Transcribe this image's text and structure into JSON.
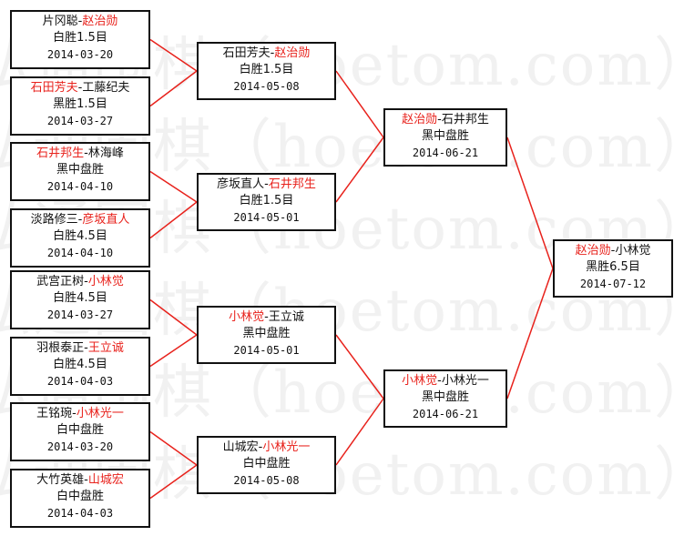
{
  "watermark": "弘通围棋（hoetom.com）弘通",
  "colors": {
    "winner": "#e8221c",
    "line": "#e8221c",
    "border": "#111111"
  },
  "rounds": [
    [
      {
        "a": "片冈聪",
        "b": "赵治勋",
        "winner": "b",
        "result": "白胜1.5目",
        "date": "2014-03-20"
      },
      {
        "a": "石田芳夫",
        "b": "工藤纪夫",
        "winner": "a",
        "result": "黑胜1.5目",
        "date": "2014-03-27"
      },
      {
        "a": "石井邦生",
        "b": "林海峰",
        "winner": "a",
        "result": "黑中盘胜",
        "date": "2014-04-10"
      },
      {
        "a": "淡路修三",
        "b": "彦坂直人",
        "winner": "b",
        "result": "白胜4.5目",
        "date": "2014-04-10"
      },
      {
        "a": "武宫正树",
        "b": "小林觉",
        "winner": "b",
        "result": "白胜4.5目",
        "date": "2014-03-27"
      },
      {
        "a": "羽根泰正",
        "b": "王立诚",
        "winner": "b",
        "result": "白胜4.5目",
        "date": "2014-04-03"
      },
      {
        "a": "王铭琬",
        "b": "小林光一",
        "winner": "b",
        "result": "白中盘胜",
        "date": "2014-03-20"
      },
      {
        "a": "大竹英雄",
        "b": "山城宏",
        "winner": "b",
        "result": "白中盘胜",
        "date": "2014-04-03"
      }
    ],
    [
      {
        "a": "石田芳夫",
        "b": "赵治勋",
        "winner": "b",
        "result": "白胜1.5目",
        "date": "2014-05-08"
      },
      {
        "a": "彦坂直人",
        "b": "石井邦生",
        "winner": "b",
        "result": "白胜1.5目",
        "date": "2014-05-01"
      },
      {
        "a": "小林觉",
        "b": "王立诚",
        "winner": "a",
        "result": "黑中盘胜",
        "date": "2014-05-01"
      },
      {
        "a": "山城宏",
        "b": "小林光一",
        "winner": "b",
        "result": "白中盘胜",
        "date": "2014-05-08"
      }
    ],
    [
      {
        "a": "赵治勋",
        "b": "石井邦生",
        "winner": "a",
        "result": "黑中盘胜",
        "date": "2014-06-21"
      },
      {
        "a": "小林觉",
        "b": "小林光一",
        "winner": "a",
        "result": "黑中盘胜",
        "date": "2014-06-21"
      }
    ],
    [
      {
        "a": "赵治勋",
        "b": "小林觉",
        "winner": "a",
        "result": "黑胜6.5目",
        "date": "2014-07-12"
      }
    ]
  ]
}
